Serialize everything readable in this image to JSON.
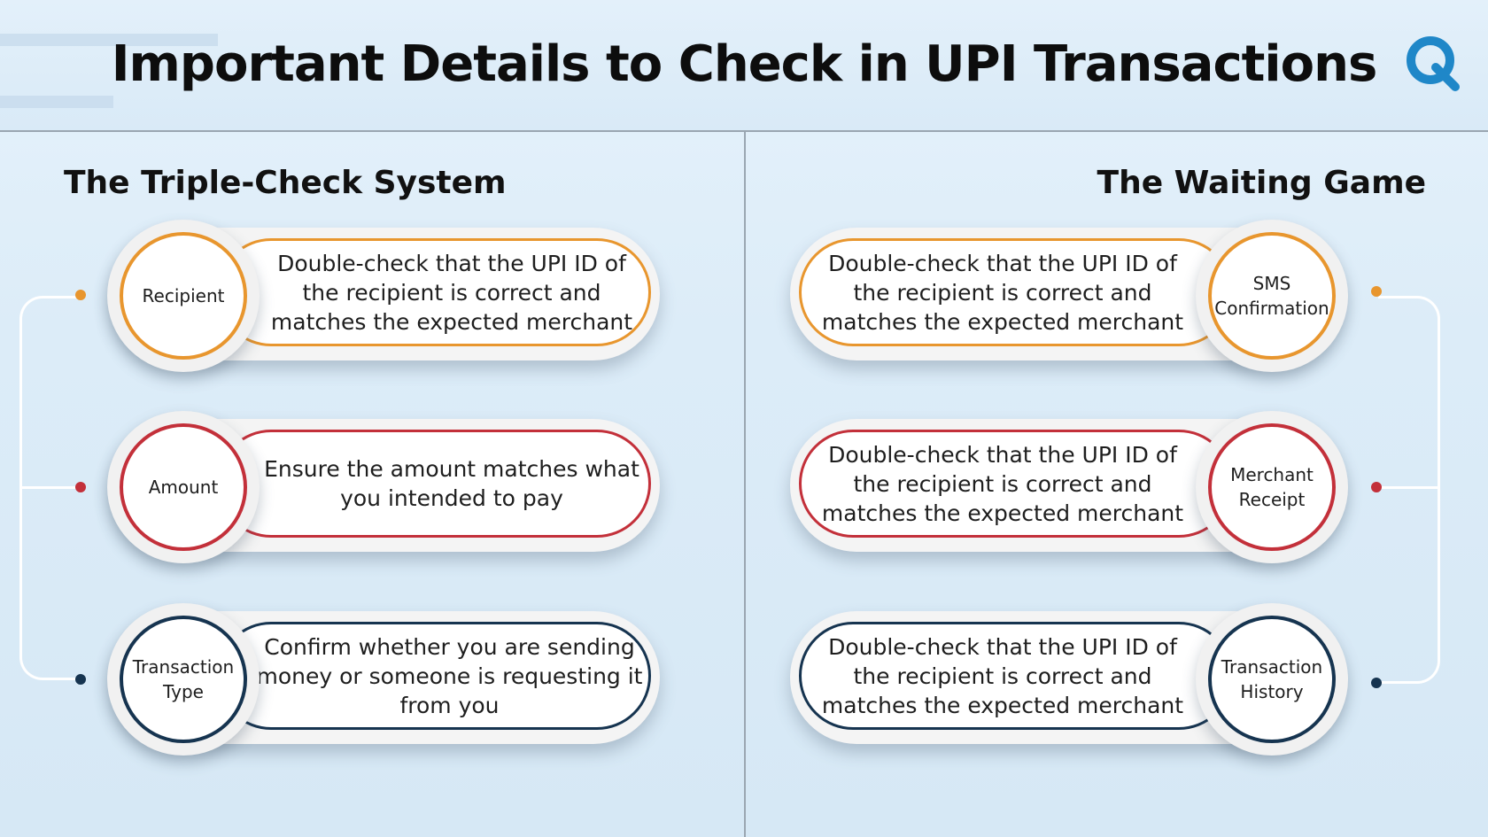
{
  "header": {
    "title": "Important Details to Check in UPI Transactions",
    "logo_icon": "q-logo-icon"
  },
  "colors": {
    "orange": "#e8962e",
    "red": "#c3303a",
    "navy": "#163450"
  },
  "left": {
    "title": "The Triple-Check System",
    "items": [
      {
        "label": "Recipient",
        "text": "Double-check that the UPI ID of the recipient is correct and matches the expected merchant"
      },
      {
        "label": "Amount",
        "text": "Ensure the amount matches what you intended to pay"
      },
      {
        "label": "Transaction Type",
        "text": "Confirm whether you are sending money or someone is requesting it from you"
      }
    ]
  },
  "right": {
    "title": "The Waiting Game",
    "items": [
      {
        "label": "SMS Confirmation",
        "text": "Double-check that the UPI ID of the recipient is correct and matches the expected merchant"
      },
      {
        "label": "Merchant Receipt",
        "text": "Double-check that the UPI ID of the recipient is correct and matches the expected merchant"
      },
      {
        "label": "Transaction History",
        "text": "Double-check that the UPI ID of the recipient is correct and matches the expected merchant"
      }
    ]
  }
}
